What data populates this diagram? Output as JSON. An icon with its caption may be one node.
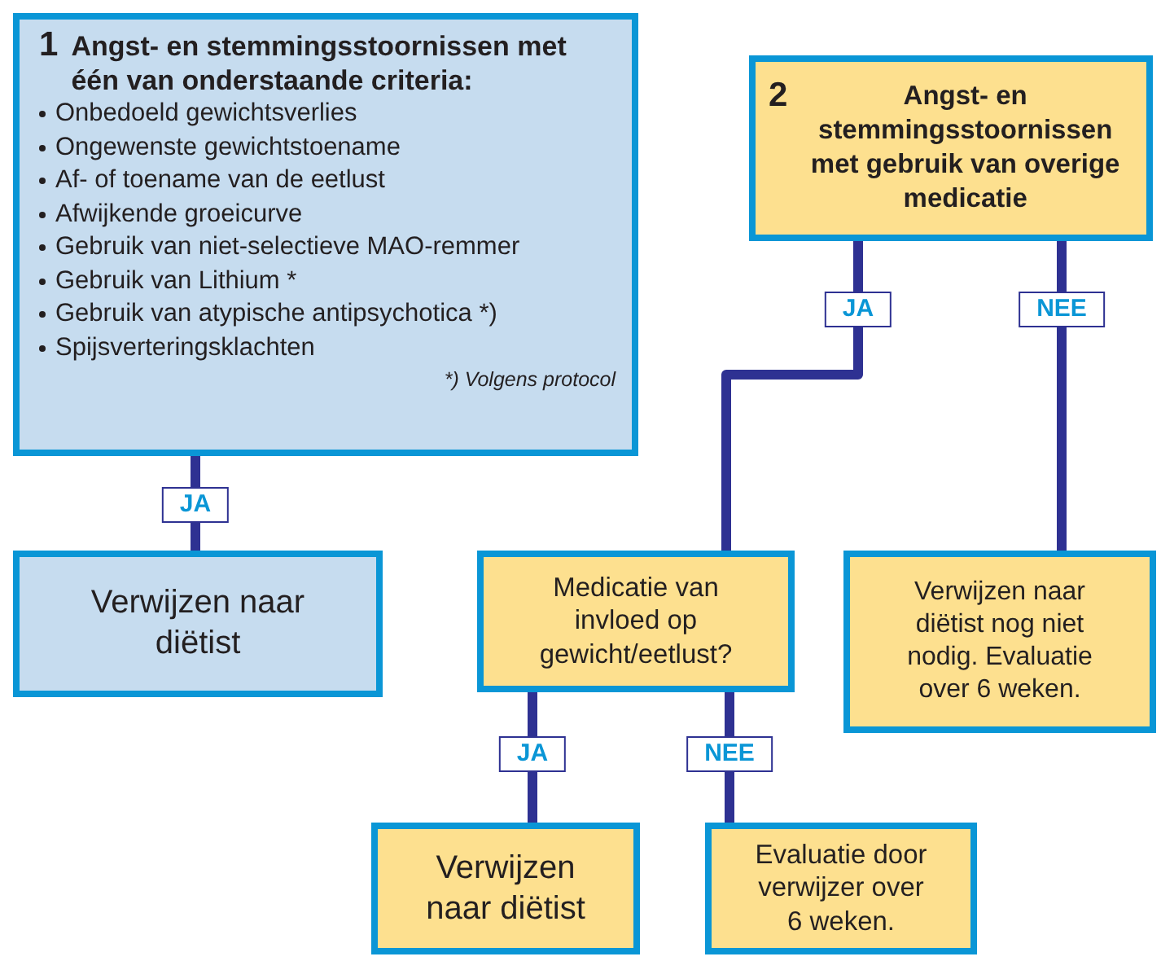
{
  "diagram": {
    "nodes": [
      {
        "text": [
          "1",
          "Angst- en stemmingsstoornissen met één van onderstaande criteria:",
          "Onbedoeld gewichtsverlies",
          "Ongewenste gewichtstoename",
          "Af- of toename van de eetlust",
          "Afwijkende groeicurve",
          "Gebruik van niet-selectieve MAO-remmer",
          "Gebruik van Lithium *",
          "Gebruik van atypische antipsychotica *)",
          "Spijsverteringsklachten",
          "*) Volgens protocol"
        ]
      },
      {
        "text": [
          "Verwijzen naar diëtist"
        ]
      },
      {
        "text": [
          "2",
          "Angst- en stemmingsstoornissen met gebruik van overige medicatie"
        ]
      },
      {
        "text": [
          "Medicatie van invloed op gewicht/eetlust?"
        ]
      },
      {
        "text": [
          "Verwijzen naar diëtist nog niet nodig. Evaluatie over 6 weken."
        ]
      },
      {
        "text": [
          "Verwijzen naar diëtist"
        ]
      },
      {
        "text": [
          "Evaluatie door verwijzer over 6 weken."
        ]
      }
    ],
    "edges": [
      {
        "from": 0,
        "to": 1,
        "arrow": "none",
        "label": "JA"
      },
      {
        "from": 2,
        "to": 3,
        "arrow": "none",
        "label": "JA"
      },
      {
        "from": 2,
        "to": 4,
        "arrow": "none",
        "label": "NEE"
      },
      {
        "from": 3,
        "to": 5,
        "arrow": "none",
        "label": "JA"
      },
      {
        "from": 3,
        "to": 6,
        "arrow": "none",
        "label": "NEE"
      }
    ]
  }
}
